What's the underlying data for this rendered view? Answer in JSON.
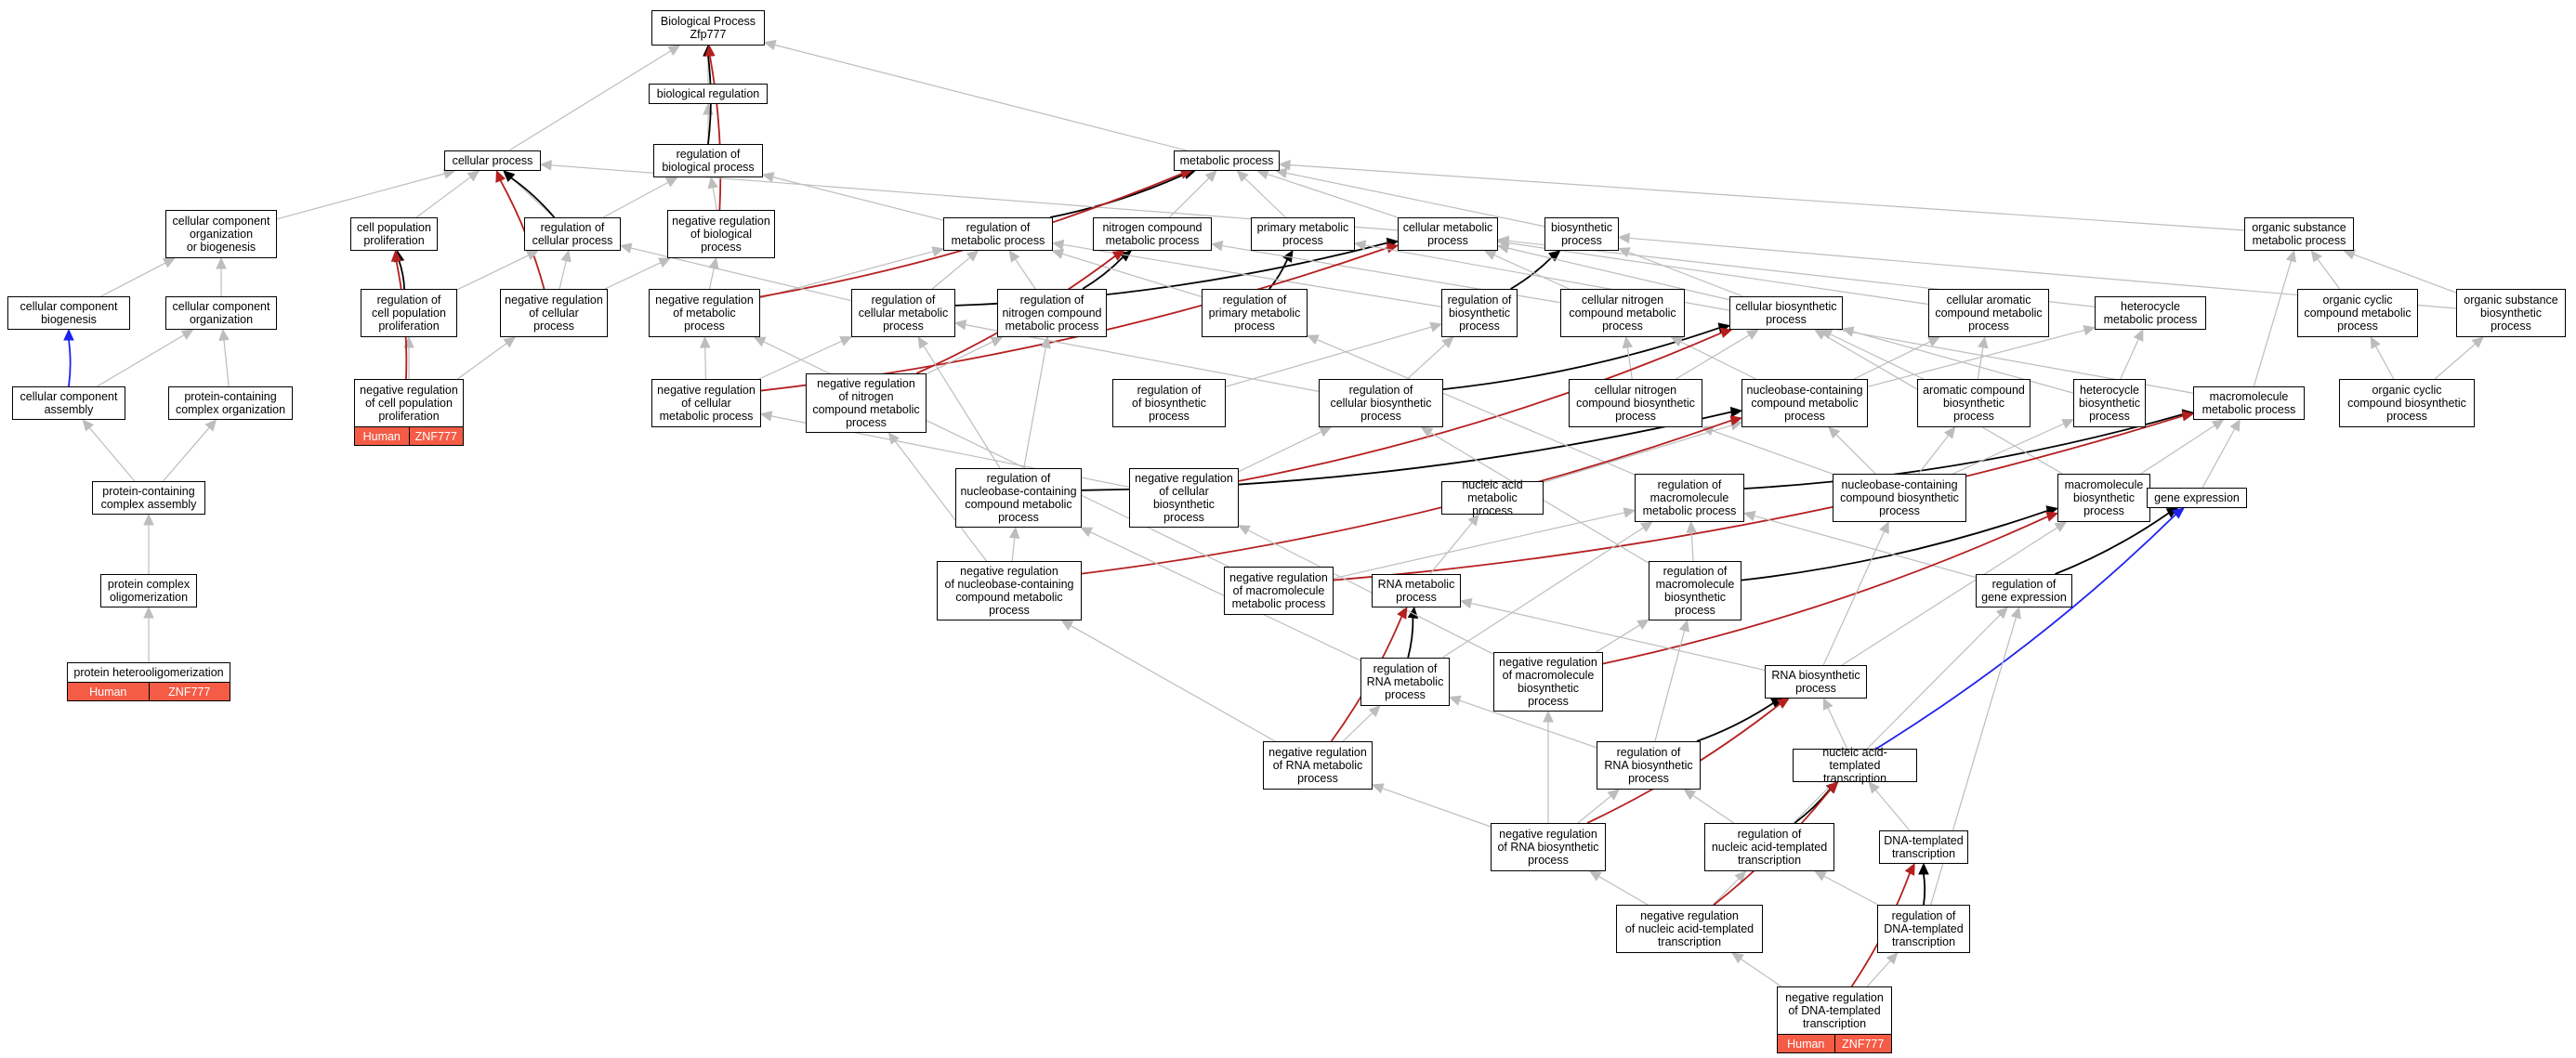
{
  "colors": {
    "edge_default": "#bdbdbd",
    "edge_black": "#000000",
    "edge_red": "#b51f1f",
    "edge_blue": "#1f22ee",
    "annotation_fill": "#f45c45"
  },
  "nodes": {
    "root": "Biological Process\nZfp777",
    "breg": "biological regulation",
    "cp": "cellular process",
    "rbp": "regulation of\nbiological process",
    "mp": "metabolic process",
    "ccob": "cellular component\norganization\nor biogenesis",
    "cpp": "cell population\nproliferation",
    "rcp": "regulation of\ncellular process",
    "nrbp": "negative regulation\nof biological\nprocess",
    "rmp": "regulation of\nmetabolic process",
    "ncmp": "nitrogen compound\nmetabolic process",
    "pmp": "primary metabolic\nprocess",
    "cmp": "cellular metabolic\nprocess",
    "bp": "biosynthetic\nprocess",
    "osmp": "organic substance\nmetabolic process",
    "ccbio": "cellular component\nbiogenesis",
    "cco": "cellular component\norganization",
    "rcpp": "regulation of\ncell population\nproliferation",
    "nrcp": "negative regulation\nof cellular\nprocess",
    "nrmp": "negative regulation\nof metabolic\nprocess",
    "rcmp": "regulation of\ncellular metabolic\nprocess",
    "rncmp": "regulation of\nnitrogen compound\nmetabolic process",
    "rpmp": "regulation of\nprimary metabolic\nprocess",
    "rbiop": "regulation of\nbiosynthetic\nprocess",
    "cncmp": "cellular nitrogen\ncompound metabolic\nprocess",
    "cbp": "cellular biosynthetic\nprocess",
    "cacmp": "cellular aromatic\ncompound metabolic\nprocess",
    "hmp": "heterocycle\nmetabolic process",
    "occmp": "organic cyclic\ncompound metabolic\nprocess",
    "osbp": "organic substance\nbiosynthetic\nprocess",
    "cca": "cellular component\nassembly",
    "pcco": "protein-containing\ncomplex organization",
    "nrcpp": "negative regulation\nof cell population\nproliferation",
    "nrcmp": "negative regulation\nof cellular\nmetabolic process",
    "nrncmp": "negative regulation\nof nitrogen\ncompound metabolic\nprocess",
    "rbiop2": "regulation of\nof biosynthetic\nprocess",
    "rcbp": "regulation of\ncellular biosynthetic\nprocess",
    "cncbp": "cellular nitrogen\ncompound biosynthetic\nprocess",
    "nbcmp": "nucleobase-containing\ncompound metabolic\nprocess",
    "acbp": "aromatic compound\nbiosynthetic\nprocess",
    "hbp": "heterocycle\nbiosynthetic\nprocess",
    "mmp": "macromolecule\nmetabolic process",
    "occbp": "organic cyclic\ncompound biosynthetic\nprocess",
    "pcca": "protein-containing\ncomplex assembly",
    "rnbcmp": "regulation of\nnucleobase-containing\ncompound metabolic\nprocess",
    "nrcbp": "negative regulation\nof cellular\nbiosynthetic\nprocess",
    "namp": "nucleic acid\nmetabolic process",
    "rmmp": "regulation of\nmacromolecule\nmetabolic process",
    "nbcbp": "nucleobase-containing\ncompound biosynthetic\nprocess",
    "mbp": "macromolecule\nbiosynthetic\nprocess",
    "ge": "gene expression",
    "pco": "protein complex\noligomerization",
    "nrnbc": "negative regulation\nof nucleobase-containing\ncompound metabolic\nprocess",
    "nrmmp": "negative regulation\nof macromolecule\nmetabolic process",
    "rnamp": "RNA metabolic\nprocess",
    "rmbp": "regulation of\nmacromolecule\nbiosynthetic\nprocess",
    "rge": "regulation of\ngene expression",
    "phet": "protein heterooligomerization",
    "rrmp": "regulation of\nRNA metabolic\nprocess",
    "nrmbp": "negative regulation\nof macromolecule\nbiosynthetic\nprocess",
    "rnabp": "RNA biosynthetic\nprocess",
    "nrrmp": "negative regulation\nof RNA metabolic\nprocess",
    "rrbp": "regulation of\nRNA biosynthetic\nprocess",
    "natt": "nucleic acid-templated\ntranscription",
    "nrrbp": "negative regulation\nof RNA biosynthetic\nprocess",
    "rnatt": "regulation of\nnucleic acid-templated\ntranscription",
    "dtt": "DNA-templated\ntranscription",
    "nrnatt": "negative regulation\nof nucleic acid-templated\ntranscription",
    "rdtt": "regulation of\nDNA-templated\ntranscription",
    "nrdtt": "negative regulation\nof DNA-templated\ntranscription"
  },
  "annotations": {
    "nrcpp": {
      "species": "Human",
      "gene": "ZNF777"
    },
    "phet": {
      "species": "Human",
      "gene": "ZNF777"
    },
    "nrdtt": {
      "species": "Human",
      "gene": "ZNF777"
    }
  }
}
